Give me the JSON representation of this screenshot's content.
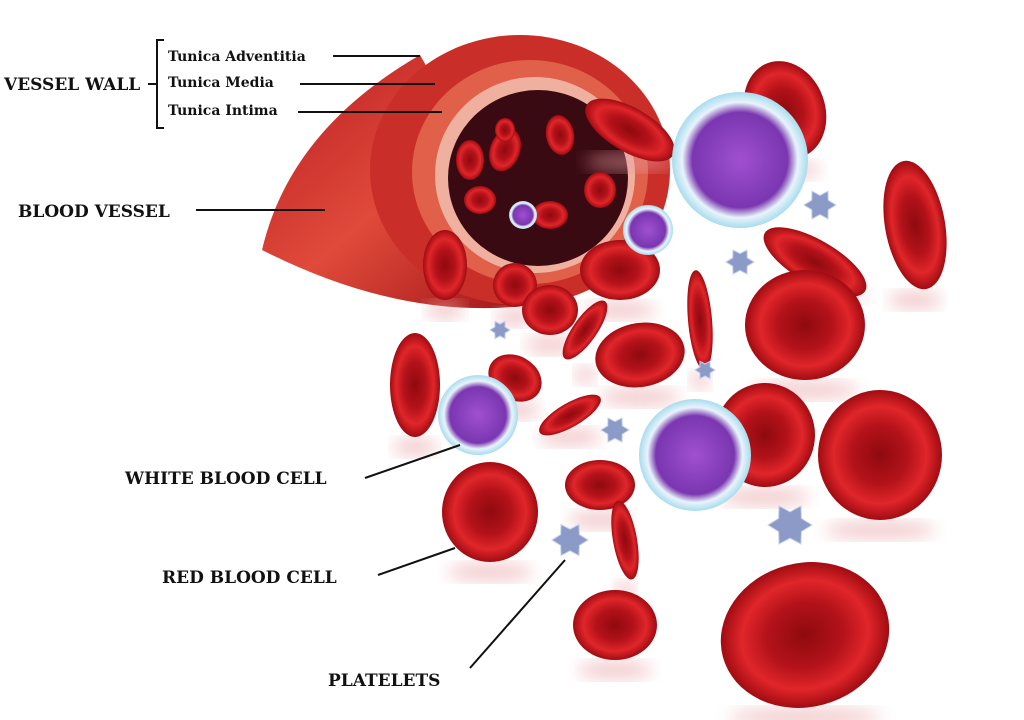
{
  "labels": {
    "vessel_wall": "VESSEL WALL",
    "tunica_adventitia": "Tunica Adventitia",
    "tunica_media": "Tunica Media",
    "tunica_intima": "Tunica Intima",
    "blood_vessel": "BLOOD VESSEL",
    "white_blood_cell": "WHITE BLOOD CELL",
    "red_blood_cell": "RED BLOOD CELL",
    "platelets": "PLATELETS"
  },
  "colors": {
    "red_cell": "#c8141a",
    "vessel": "#d9392e",
    "wbc_nucleus": "#8a3fb8",
    "wbc_halo": "#bfe6f2",
    "platelet": "#8c9ac8"
  }
}
